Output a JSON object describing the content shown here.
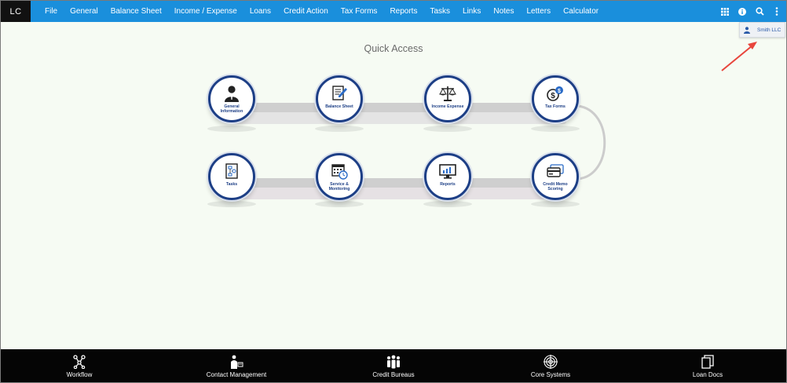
{
  "app": {
    "logo": "LC"
  },
  "menu": [
    "File",
    "General",
    "Balance Sheet",
    "Income / Expense",
    "Loans",
    "Credit Action",
    "Tax Forms",
    "Reports",
    "Tasks",
    "Links",
    "Notes",
    "Letters",
    "Calculator"
  ],
  "top_icons": [
    "grid-icon",
    "info-icon",
    "search-icon",
    "more-vertical-icon"
  ],
  "user": {
    "name": "Smith LLC",
    "icon": "user-icon"
  },
  "quick_access": {
    "title": "Quick Access",
    "row1": [
      {
        "label": "General Information",
        "icon": "person-icon"
      },
      {
        "label": "Balance Sheet",
        "icon": "document-pen-icon"
      },
      {
        "label": "Income Expense",
        "icon": "scale-icon"
      },
      {
        "label": "Tax Forms",
        "icon": "dollar-coins-icon"
      }
    ],
    "row2": [
      {
        "label": "Tasks",
        "icon": "task-flow-icon"
      },
      {
        "label": "Service & Monitoring",
        "icon": "calendar-clock-icon"
      },
      {
        "label": "Reports",
        "icon": "monitor-chart-icon"
      },
      {
        "label": "Credit Memo Scoring",
        "icon": "credit-card-icon"
      }
    ]
  },
  "bottom_nav": [
    {
      "label": "Workflow",
      "icon": "workflow-icon"
    },
    {
      "label": "Contact Management",
      "icon": "contact-icon"
    },
    {
      "label": "Credit Bureaus",
      "icon": "people-group-icon"
    },
    {
      "label": "Core Systems",
      "icon": "target-icon"
    },
    {
      "label": "Loan Docs",
      "icon": "docs-icon"
    }
  ],
  "colors": {
    "nav_blue": "#1a8fdc",
    "node_blue": "#1d3f86",
    "arrow_red": "#e8453c"
  }
}
